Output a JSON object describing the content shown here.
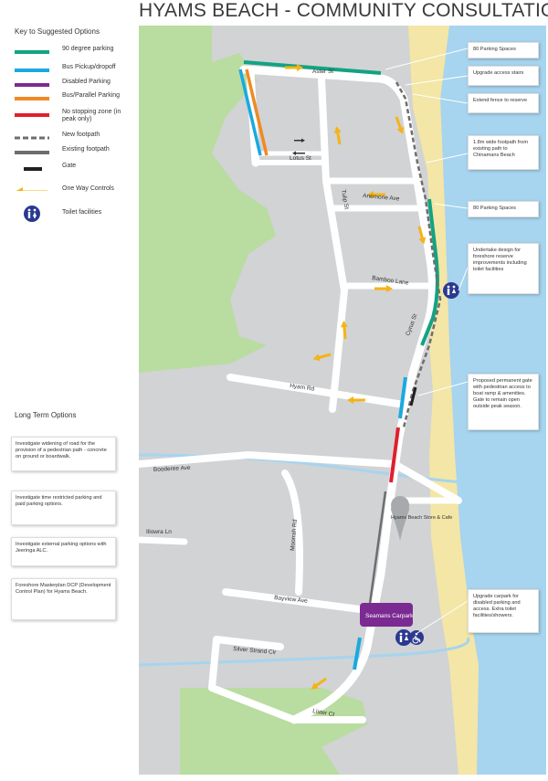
{
  "title": "HYAMS BEACH - COMMUNITY CONSULTATION",
  "key": {
    "heading": "Key to Suggested Options",
    "items": [
      {
        "label": "90 degree parking",
        "color": "#12a383",
        "style": "solid"
      },
      {
        "label": "Bus Pickup/dropoff",
        "color": "#1aa9e1",
        "style": "solid"
      },
      {
        "label": "Disabled Parking",
        "color": "#7b2a92",
        "style": "solid"
      },
      {
        "label": "Bus/Parallel Parking",
        "color": "#f08a24",
        "style": "solid"
      },
      {
        "label": "No stopping zone (in peak only)",
        "color": "#e01f2d",
        "style": "solid"
      },
      {
        "label": "New footpath",
        "color": "#6d6e71",
        "style": "dashed"
      },
      {
        "label": "Existing footpath",
        "color": "#6d6e71",
        "style": "solid"
      },
      {
        "label": "Gate",
        "color": "#231f20",
        "style": "short"
      },
      {
        "label": "One Way Controls",
        "color": "#f5b316",
        "style": "arrow"
      },
      {
        "label": "Toilet facilities",
        "color": "#2b3990",
        "style": "toilet-icon"
      }
    ]
  },
  "long_term": {
    "heading": "Long Term Options",
    "options": [
      "Investigate widening of road for the provision of a pedestrian path - concrete on ground or boardwalk.",
      "Investigate time restricted parking and paid parking options.",
      "Investigate external parking options with Jeeringa ALC.",
      "Foreshore Masterplan DCP (Development Control Plan) for Hyams Beach."
    ]
  },
  "callouts": [
    "80 Parking Spaces",
    "Upgrade access stairs",
    "Extend fence to reserve",
    "1.8m wide footpath from existing path to Chinamans Beach",
    "80 Parking Spaces",
    "Undertake design for foreshore reserve improvements including toilet facilities",
    "Proposed permanent gate with pedestrian access to boat ramp & amenities. Gate to remain open outside peak season.",
    "Upgrade carpark for disabled parking and access. Extra toilet facilities/showers."
  ],
  "streets": {
    "aster": "Aster St",
    "lotus": "Lotus St",
    "tulip": "Tulip St",
    "anemone": "Anemone Ave",
    "bamboo": "Bamboo Lane",
    "cyrus": "Cyrus St",
    "hyam": "Hyam Rd",
    "booderee": "Booderee Ave",
    "illowra": "Illowra Ln",
    "moorrah": "Moorrah Rd",
    "bayview": "Bayview Ave",
    "silver_strand": "Silver Strand Cir",
    "lister": "Lister Ct"
  },
  "places": {
    "store": "Hyams Beach Store & Cafe",
    "seamans": "Seamans Carpark"
  },
  "colors": {
    "land": "#d1d3d4",
    "green": "#b9dca0",
    "sand": "#f3e6a6",
    "water": "#a7d4ef",
    "road": "#ffffff",
    "parking_90": "#12a383",
    "bus": "#1aa9e1",
    "disabled": "#7b2a92",
    "parallel": "#f08a24",
    "no_stopping": "#e01f2d",
    "footpath": "#6d6e71",
    "gate": "#231f20",
    "one_way": "#f5b316",
    "toilet": "#2b3990"
  }
}
